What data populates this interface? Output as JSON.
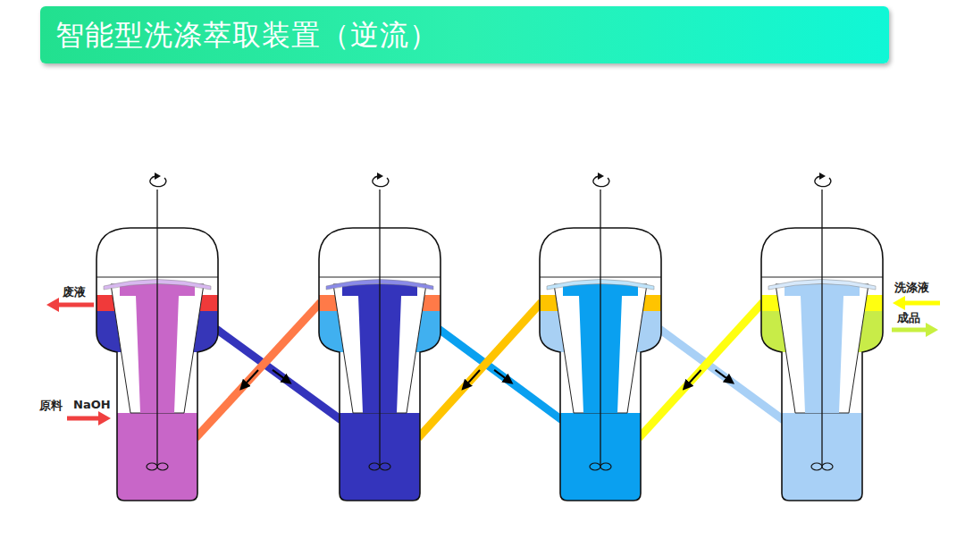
{
  "diagram": {
    "title": "智能型洗涤萃取装置（逆流）",
    "labels": [
      "废液",
      "原料",
      "NaOH",
      "洗涤液",
      "成品"
    ]
  }
}
